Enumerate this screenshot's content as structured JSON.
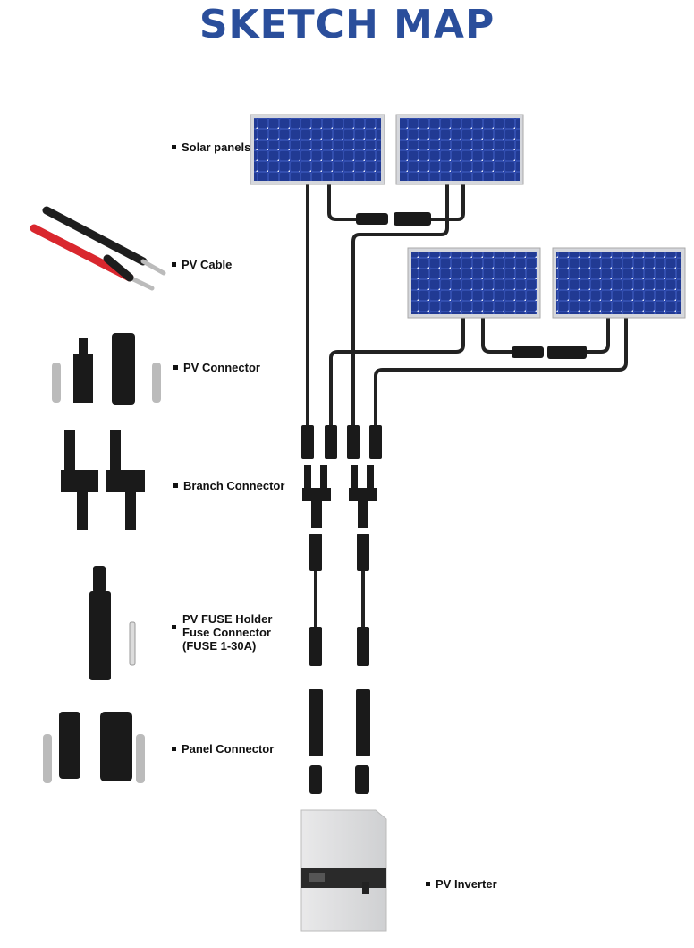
{
  "title": "SKETCH MAP",
  "labels": {
    "solar_panels": "Solar panels",
    "pv_cable": "PV Cable",
    "pv_connector": "PV Connector",
    "branch_connector": "Branch Connector",
    "fuse_line1": "PV FUSE Holder",
    "fuse_line2": "Fuse Connector",
    "fuse_line3": "(FUSE 1-30A)",
    "panel_connector": "Panel Connector",
    "pv_inverter": "PV Inverter"
  },
  "colors": {
    "title": "#2a4e9b",
    "panel": "#233f9a",
    "cable": "#222222",
    "red_cable": "#d9272e"
  }
}
